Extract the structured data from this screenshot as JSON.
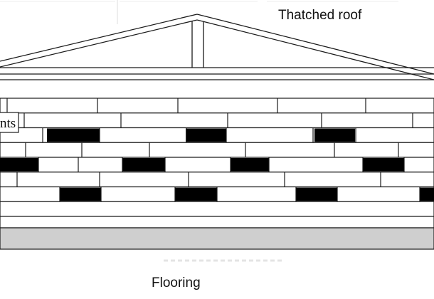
{
  "labels": {
    "roof": "Thatched roof",
    "wall_partial": "nts",
    "floor": "Flooring"
  },
  "colors": {
    "line": "#1a1a1a",
    "block_fill": "#ffffff",
    "dark_block_fill": "#000000",
    "floor_fill": "#cfcfcf"
  },
  "wall": {
    "course_count": 8,
    "dark_blocks_per_course": [
      0,
      0,
      3,
      0,
      4,
      0,
      4,
      0
    ]
  }
}
